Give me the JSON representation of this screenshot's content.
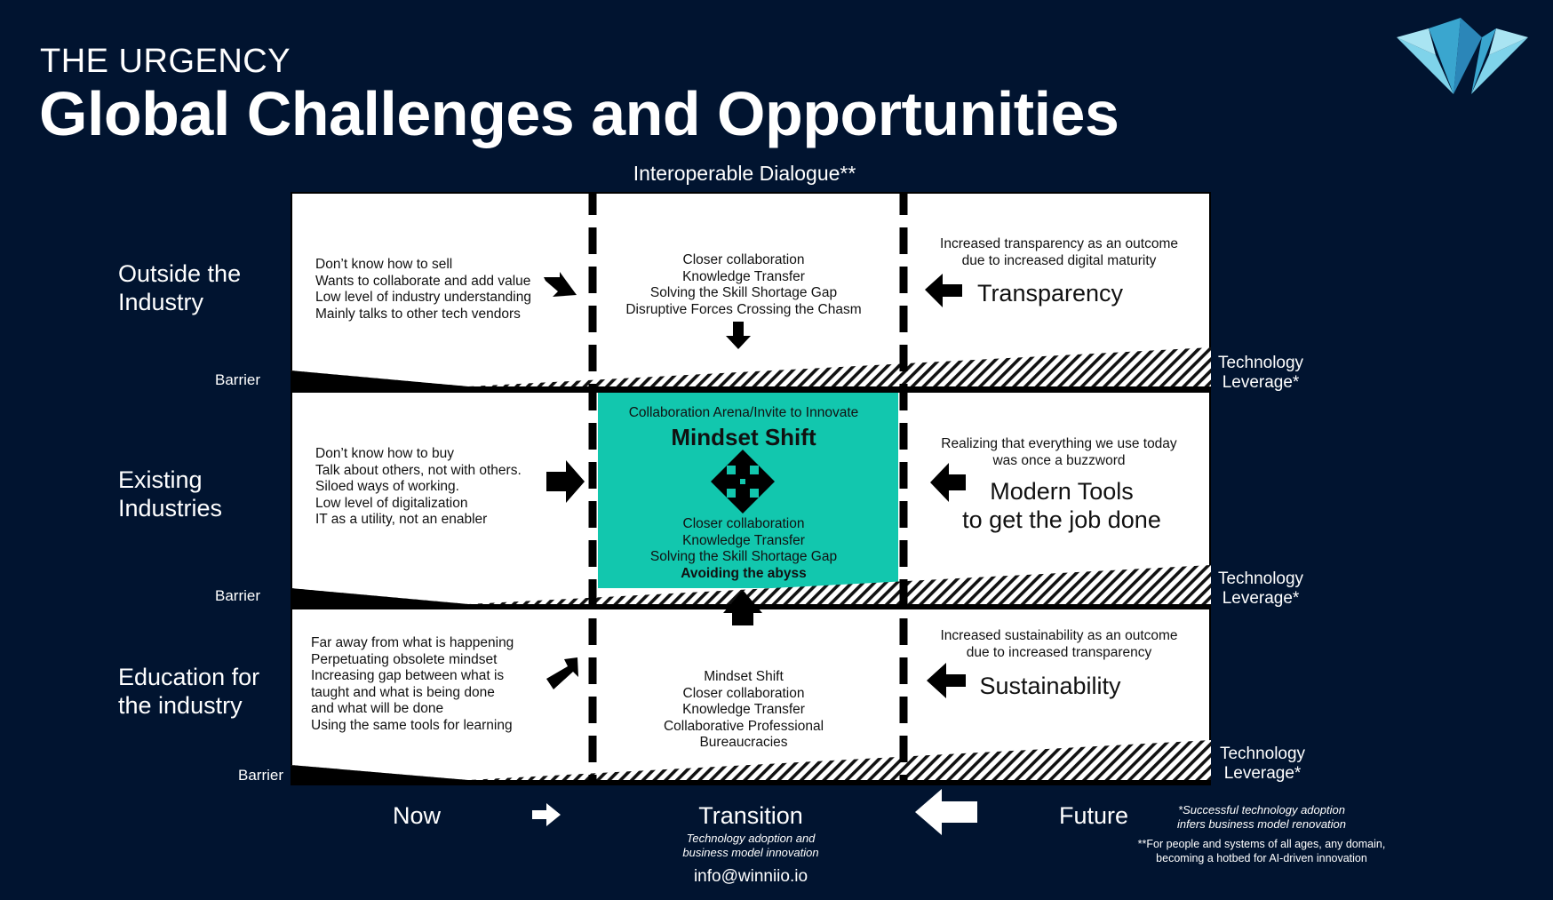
{
  "header": {
    "kicker": "THE URGENCY",
    "title": "Global Challenges and Opportunities"
  },
  "top_label": "Interoperable Dialogue**",
  "rows": [
    {
      "label": "Outside the Industry",
      "label_lines": [
        "Outside the",
        "Industry"
      ],
      "now_lines": [
        "Don’t know how to sell",
        "Wants to collaborate and add value",
        "Low level of industry understanding",
        "Mainly talks to other tech vendors"
      ],
      "transition_lines": [
        "Closer collaboration",
        "Knowledge Transfer",
        "Solving the Skill Shortage Gap",
        "Disruptive Forces Crossing the Chasm"
      ],
      "future_desc_lines": [
        "Increased transparency as an outcome",
        "due to increased digital maturity"
      ],
      "future_title_lines": [
        "Transparency"
      ]
    },
    {
      "label": "Existing Industries",
      "label_lines": [
        "Existing",
        "Industries"
      ],
      "now_lines": [
        "Don’t know how to buy",
        "Talk about others, not with others.",
        "Siloed ways of working.",
        "Low level of digitalization",
        "IT as a utility, not an enabler"
      ],
      "transition_header": "Collaboration Arena/Invite to Innovate",
      "transition_title": "Mindset Shift",
      "transition_lines": [
        "Closer collaboration",
        "Knowledge Transfer",
        "Solving the Skill Shortage Gap"
      ],
      "transition_bold": "Avoiding the abyss",
      "future_desc_lines": [
        "Realizing that everything we use today",
        "was once a buzzword"
      ],
      "future_title_lines": [
        "Modern Tools",
        "to get the job done"
      ]
    },
    {
      "label": "Education for the industry",
      "label_lines": [
        "Education for",
        "the industry"
      ],
      "now_lines": [
        "Far away from what is happening",
        "Perpetuating obsolete mindset",
        "Increasing gap between what is",
        "taught and what is being done",
        "and what will be done",
        "Using the same tools for learning"
      ],
      "transition_lines": [
        "Mindset Shift",
        "Closer collaboration",
        "Knowledge Transfer",
        "Collaborative Professional",
        "Bureaucracies"
      ],
      "future_desc_lines": [
        "Increased sustainability as an outcome",
        "due to increased transparency"
      ],
      "future_title_lines": [
        "Sustainability"
      ]
    }
  ],
  "barrier_label": "Barrier",
  "tech_leverage_lines": [
    "Technology",
    "Leverage*"
  ],
  "bottom": {
    "now": "Now",
    "transition": "Transition",
    "transition_sub_lines": [
      "Technology adoption and",
      "business model innovation"
    ],
    "future": "Future"
  },
  "footnotes": {
    "tech_lines": [
      "*Successful technology adoption",
      "infers business model renovation"
    ],
    "dialogue_lines": [
      "**For people and systems of all ages, any domain,",
      "becoming a hotbed for AI-driven innovation"
    ]
  },
  "contact": "info@winniio.io",
  "colors": {
    "background": "#011430",
    "accent": "#12c7ae",
    "logo_light": "#7fd3ea",
    "logo_mid": "#3aa6cf"
  },
  "icons": {
    "logo": "winniio-bird-logo",
    "move": "four-way-arrow-icon",
    "arrows": "arrow-icon"
  }
}
